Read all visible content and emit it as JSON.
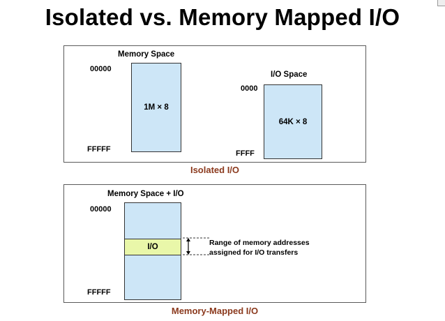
{
  "title": "Isolated vs. Memory Mapped I/O",
  "isolated": {
    "memory_space_label": "Memory Space",
    "memory_start": "00000",
    "memory_end": "FFFFF",
    "memory_size": "1M × 8",
    "io_space_label": "I/O Space",
    "io_start": "0000",
    "io_end": "FFFF",
    "io_size": "64K × 8",
    "caption": "Isolated I/O"
  },
  "mapped": {
    "space_label": "Memory Space + I/O",
    "start": "00000",
    "end": "FFFFF",
    "io_label": "I/O",
    "note_line1": "Range of memory addresses",
    "note_line2": "assigned for I/O transfers",
    "caption": "Memory-Mapped I/O"
  }
}
